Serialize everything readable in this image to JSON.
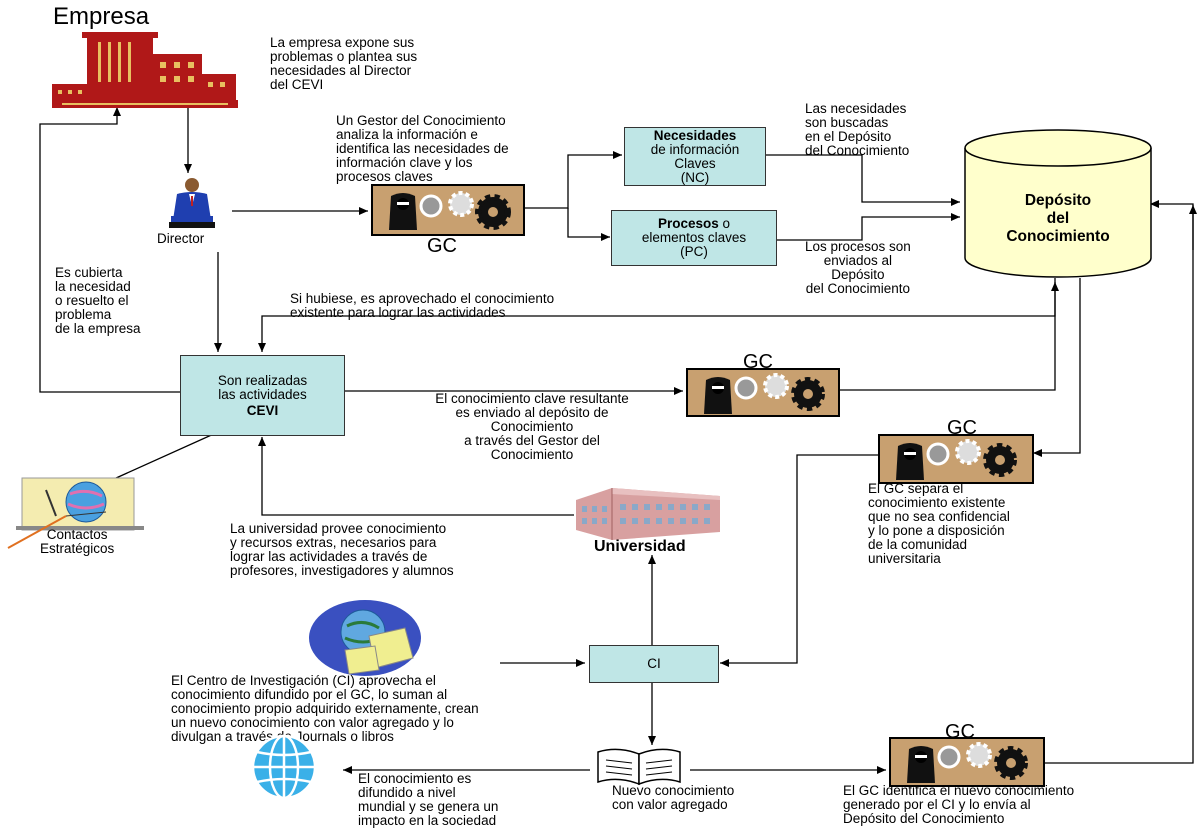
{
  "title": "Empresa",
  "empresa_desc": "La empresa expone sus\nproblemas o plantea sus\nnecesidades al Director\ndel CEVI",
  "director_label": "Director",
  "gc_analysis_text": "Un Gestor del Conocimiento\nanaliza la información e\nidentifica las necesidades de\ninformación clave y los\nprocesos claves",
  "gc_label": "GC",
  "nc_box": {
    "bold": "Necesidades",
    "rest": "de información\nClaves\n(NC)"
  },
  "pc_box": {
    "bold": "Procesos",
    "o": " o",
    "rest": "elementos claves\n(PC)"
  },
  "needs_searched_text": "Las necesidades\nson  buscadas\nen el Depósito\ndel Conocimiento",
  "processes_sent_text": "Los procesos son\nenviados al\nDepósito\ndel Conocimiento",
  "deposit_label": "Depósito\ndel\nConocimiento",
  "covered_text": "Es cubierta\nla necesidad\no resuelto el\nproblema\nde la empresa",
  "existing_knowledge_text": "Si hubiese, es aprovechado el conocimiento\nexistente para lograr las actividades",
  "cevi_box": {
    "line1": "Son realizadas\nlas actividades",
    "bold": "CEVI"
  },
  "key_knowledge_text": "El conocimiento clave resultante\nes enviado al depósito de\nConocimiento\na través del Gestor del\nConocimiento",
  "gc_separates_text": "El GC  separa el\nconocimiento existente\nque no sea confidencial\ny lo pone a disposición\nde la comunidad\nuniversitaria",
  "contacts_label": "Contactos\nEstratégicos",
  "university_label": "Universidad",
  "university_text": "La universidad provee  conocimiento\ny recursos extras, necesarios para\nlograr las  actividades a través de\nprofesores, investigadores y alumnos",
  "ci_label": "CI",
  "ci_text": "El Centro de Investigación (CI) aprovecha el\nconocimiento difundido por el GC, lo suman al\nconocimiento propio adquirido externamente, crean\nun nuevo conocimiento con valor agregado y lo\ndivulgan a través de Journals o libros",
  "new_knowledge_label": "Nuevo conocimiento\ncon valor agregado",
  "global_text": "El conocimiento es\ndifundido a nivel\nmundial y se genera un\nimpacto en la sociedad",
  "gc_identifies_text": "El GC identifica el nuevo conocimiento\ngenerado por el CI y lo envía al\nDepósito del Conocimiento",
  "colors": {
    "box_fill": "#bfe6e6",
    "gc_fill": "#c8a070",
    "cylinder_fill": "#ffffcc",
    "building_red": "#b01818"
  }
}
